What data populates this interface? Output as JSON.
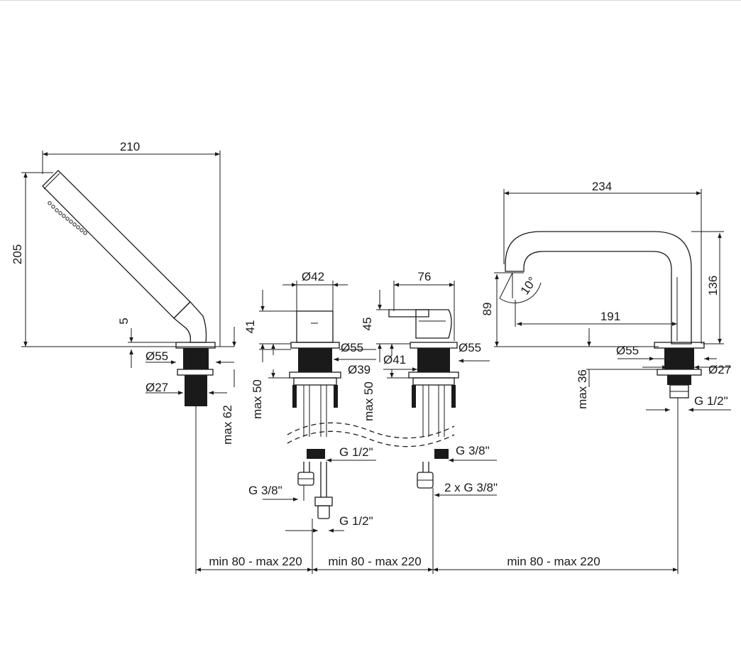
{
  "hand_shower": {
    "width": "210",
    "height": "205",
    "flange_height": "5",
    "flange_dia": "Ø55",
    "pipe_dia": "Ø27",
    "max_depth": "max 62"
  },
  "mixer": {
    "dia": "Ø42",
    "height": "41",
    "flange_dia": "Ø55",
    "nut_dia": "Ø39",
    "max_depth": "max 50",
    "thread_top": "G 1/2\"",
    "thread_left": "G 3/8\"",
    "thread_bottom": "G 1/2\""
  },
  "diverter": {
    "width": "76",
    "height": "45",
    "inner_dia": "Ø41",
    "flange_dia": "Ø55",
    "max_depth": "max 50",
    "thread_top": "G 3/8\"",
    "thread_double": "2 x G 3/8\""
  },
  "spout": {
    "width": "234",
    "height": "136",
    "outlet_height": "89",
    "reach": "191",
    "angle": "10°",
    "flange_dia": "Ø55",
    "pipe_dia": "Ø27",
    "max_depth": "max 36",
    "thread": "G 1/2\""
  },
  "spacing": {
    "first": "min 80 - max 220",
    "second": "min 80 - max 220",
    "third": "min 80 - max 220"
  }
}
